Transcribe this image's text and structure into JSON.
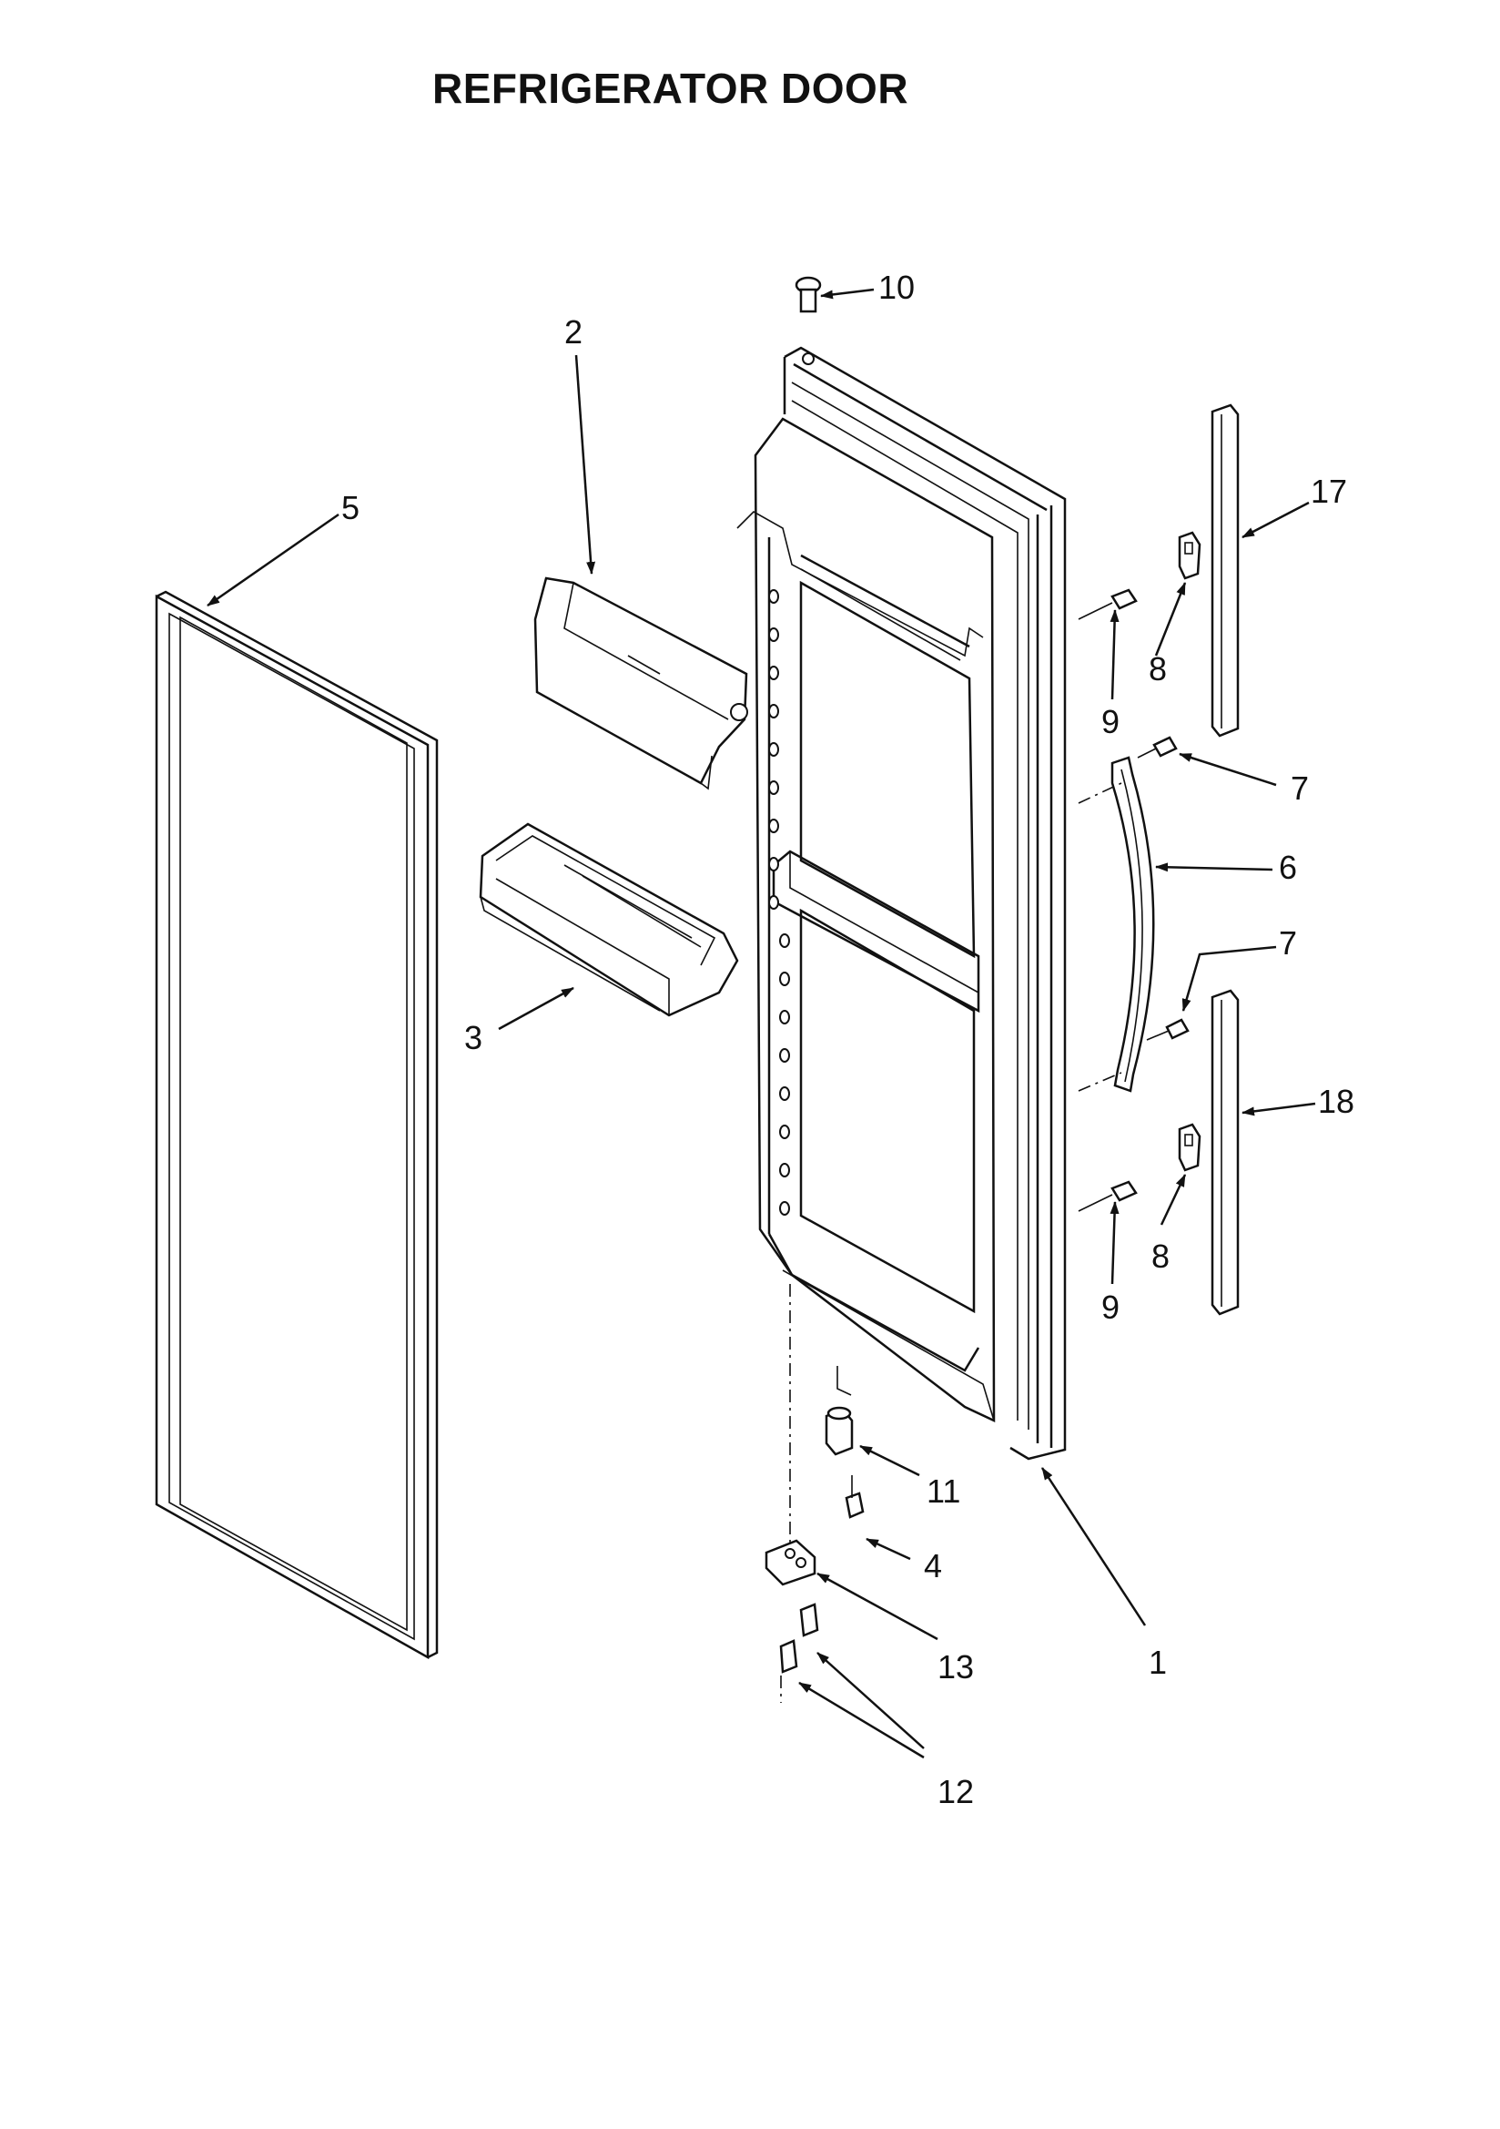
{
  "title": "REFRIGERATOR DOOR",
  "callouts": [
    {
      "id": "1",
      "text": "1",
      "part": "door-assembly"
    },
    {
      "id": "2",
      "text": "2",
      "part": "dairy-door"
    },
    {
      "id": "3",
      "text": "3",
      "part": "door-bin"
    },
    {
      "id": "4",
      "text": "4",
      "part": "hinge-screw"
    },
    {
      "id": "5",
      "text": "5",
      "part": "door-gasket"
    },
    {
      "id": "6",
      "text": "6",
      "part": "door-handle"
    },
    {
      "id": "7a",
      "text": "7",
      "part": "handle-screw-top"
    },
    {
      "id": "7b",
      "text": "7",
      "part": "handle-screw-bottom"
    },
    {
      "id": "8a",
      "text": "8",
      "part": "trim-clip-top"
    },
    {
      "id": "8b",
      "text": "8",
      "part": "trim-clip-bottom"
    },
    {
      "id": "9a",
      "text": "9",
      "part": "clip-screw-top"
    },
    {
      "id": "9b",
      "text": "9",
      "part": "clip-screw-bottom"
    },
    {
      "id": "10",
      "text": "10",
      "part": "door-stop-plug"
    },
    {
      "id": "11",
      "text": "11",
      "part": "door-closer-cam"
    },
    {
      "id": "12",
      "text": "12",
      "part": "hinge-bolts"
    },
    {
      "id": "13",
      "text": "13",
      "part": "bottom-hinge"
    },
    {
      "id": "17",
      "text": "17",
      "part": "handle-trim-upper"
    },
    {
      "id": "18",
      "text": "18",
      "part": "handle-trim-lower"
    }
  ],
  "colors": {
    "ink": "#111111",
    "paper": "#ffffff"
  }
}
